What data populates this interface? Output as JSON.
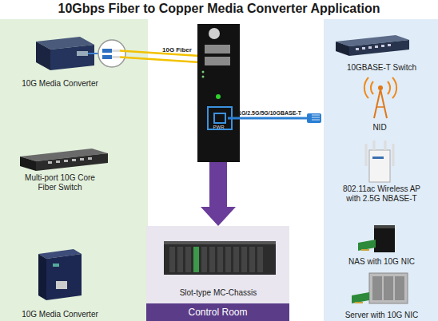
{
  "diagram": {
    "title": "10Gbps Fiber to Copper Media Converter Application",
    "nodes": [
      {
        "text": [
          "10G Media Converter"
        ]
      },
      {
        "text": [
          "Multi-port 10G Core Fiber Switch"
        ]
      },
      {
        "text": [
          "10G Media Converter"
        ]
      },
      {
        "text": [
          "PWR"
        ]
      },
      {
        "text": [
          "10GBASE-T Switch"
        ]
      },
      {
        "text": [
          "NID"
        ]
      },
      {
        "text": [
          "802.11ac Wireless AP with 2.5G NBASE-T"
        ]
      },
      {
        "text": [
          "NAS with 10G NIC"
        ]
      },
      {
        "text": [
          "Server with 10G NIC"
        ]
      },
      {
        "text": [
          "Control Room"
        ]
      },
      {
        "text": [
          "Slot-type MC-Chassis"
        ],
        "in": 9
      }
    ],
    "edges": [
      {
        "from": 3,
        "to": 9,
        "arrow": "to"
      }
    ],
    "labels": [
      "10G Fiber",
      "1G/2.5G/5G/10GBASE-T"
    ]
  }
}
